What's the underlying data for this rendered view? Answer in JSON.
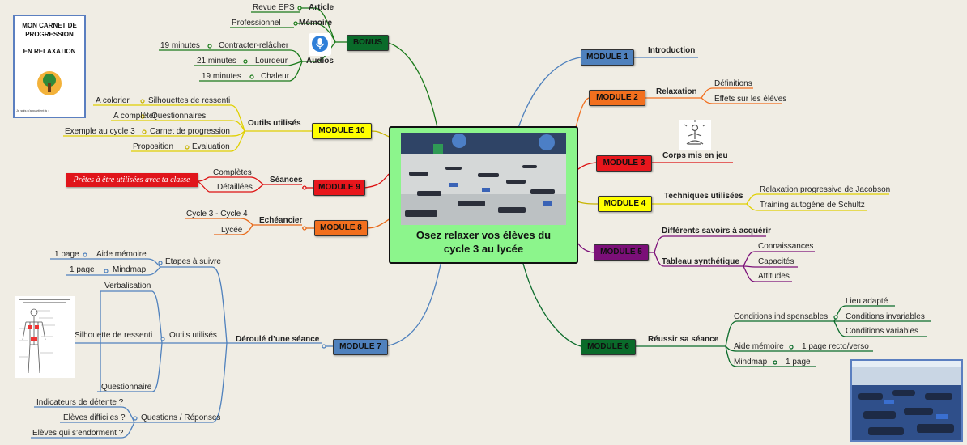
{
  "center": {
    "title_line1": "Osez relaxer vos élèves du",
    "title_line2": "cycle 3 au lycée"
  },
  "card": {
    "line1": "MON CARNET DE",
    "line2": "PROGRESSION",
    "line3": "EN RELAXATION",
    "footer": "Je suis n’appartient à : ______________"
  },
  "banner": {
    "text": "Prêtes à être utilisées avec ta classe"
  },
  "bonus": {
    "label": "BONUS",
    "article": "Article",
    "article_item": "Revue EPS",
    "memoire": "Mémoire",
    "memoire_item": "Professionnel",
    "audios": "Audios",
    "audio_items": [
      {
        "name": "Contracter-relâcher",
        "dur": "19 minutes"
      },
      {
        "name": "Lourdeur",
        "dur": "21 minutes"
      },
      {
        "name": "Chaleur",
        "dur": "19 minutes"
      }
    ]
  },
  "m10": {
    "label": "MODULE 10",
    "branch": "Outils utilisés",
    "items": [
      {
        "name": "Silhouettes de ressenti",
        "note": "A colorier"
      },
      {
        "name": "Questionnaires",
        "note": "A compléter"
      },
      {
        "name": "Carnet de progression",
        "note": "Exemple au cycle 3"
      },
      {
        "name": "Evaluation",
        "note": "Proposition"
      }
    ]
  },
  "m9": {
    "label": "MODULE 9",
    "branch": "Séances",
    "items": [
      "Complètes",
      "Détaillées"
    ]
  },
  "m8": {
    "label": "MODULE 8",
    "branch": "Echéancier",
    "items": [
      "Cycle 3 - Cycle 4",
      "Lycée"
    ]
  },
  "m7": {
    "label": "MODULE 7",
    "branch": "Déroulé d’une séance",
    "etapes": "Etapes à suivre",
    "etapes_items": [
      {
        "name": "Aide mémoire",
        "note": "1 page"
      },
      {
        "name": "Mindmap",
        "note": "1 page"
      }
    ],
    "outils": "Outils utilisés",
    "outils_items": [
      "Verbalisation",
      "Silhouette de ressenti",
      "Questionnaire"
    ],
    "questions": "Questions / Réponses",
    "questions_items": [
      "Indicateurs de détente ?",
      "Elèves difficiles ?",
      "Elèves qui s’endorment ?"
    ]
  },
  "m1": {
    "label": "MODULE 1",
    "branch": "Introduction"
  },
  "m2": {
    "label": "MODULE 2",
    "branch": "Relaxation",
    "items": [
      "Définitions",
      "Effets sur les élèves"
    ]
  },
  "m3": {
    "label": "MODULE 3",
    "branch": "Corps mis en jeu"
  },
  "m4": {
    "label": "MODULE 4",
    "branch": "Techniques utilisées",
    "items": [
      "Relaxation progressive de Jacobson",
      "Training autogène de Schultz"
    ]
  },
  "m5": {
    "label": "MODULE 5",
    "branch1": "Différents savoirs à acquérir",
    "branch2": "Tableau synthétique",
    "items": [
      "Connaissances",
      "Capacités",
      "Attitudes"
    ]
  },
  "m6": {
    "label": "MODULE 6",
    "branch": "Réussir sa séance",
    "cond": "Conditions indispensables",
    "cond_items": [
      "Lieu adapté",
      "Conditions invariables",
      "Conditions variables"
    ],
    "aide": "Aide mémoire",
    "aide_item": "1 page recto/verso",
    "mind": "Mindmap",
    "mind_item": "1 page"
  },
  "colors": {
    "blue": "#4f81bd",
    "orange": "#f26f1e",
    "red": "#e8161c",
    "yellow": "#ffff00",
    "purple": "#7b0f78",
    "green": "#0a6b2a",
    "center": "#8cf58c"
  }
}
